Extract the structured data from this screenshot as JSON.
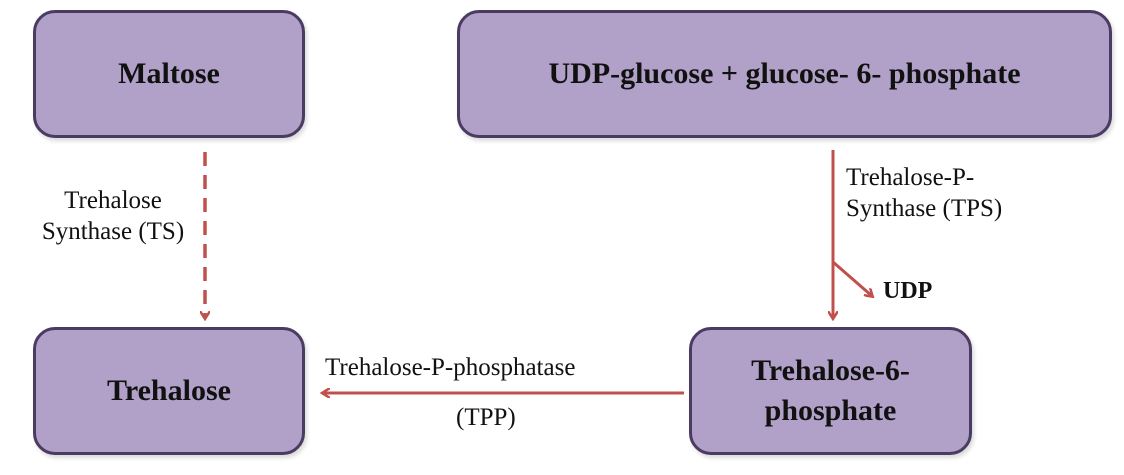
{
  "nodes": {
    "maltose": "Maltose",
    "udp_glucose": "UDP-glucose + glucose- 6- phosphate",
    "trehalose": "Trehalose",
    "t6p_line1": "Trehalose-6-",
    "t6p_line2": "phosphate"
  },
  "enzymes": {
    "ts_line1": "Trehalose",
    "ts_line2": "Synthase (TS)",
    "tps_line1": "Trehalose-P-",
    "tps_line2": "Synthase (TPS)",
    "tpp_name": "Trehalose-P-phosphatase",
    "tpp_abbr": "(TPP)"
  },
  "byproduct": {
    "udp": "UDP"
  },
  "colors": {
    "node_fill": "#b1a0c7",
    "node_border": "#4a3b63",
    "arrow": "#c0504d"
  }
}
